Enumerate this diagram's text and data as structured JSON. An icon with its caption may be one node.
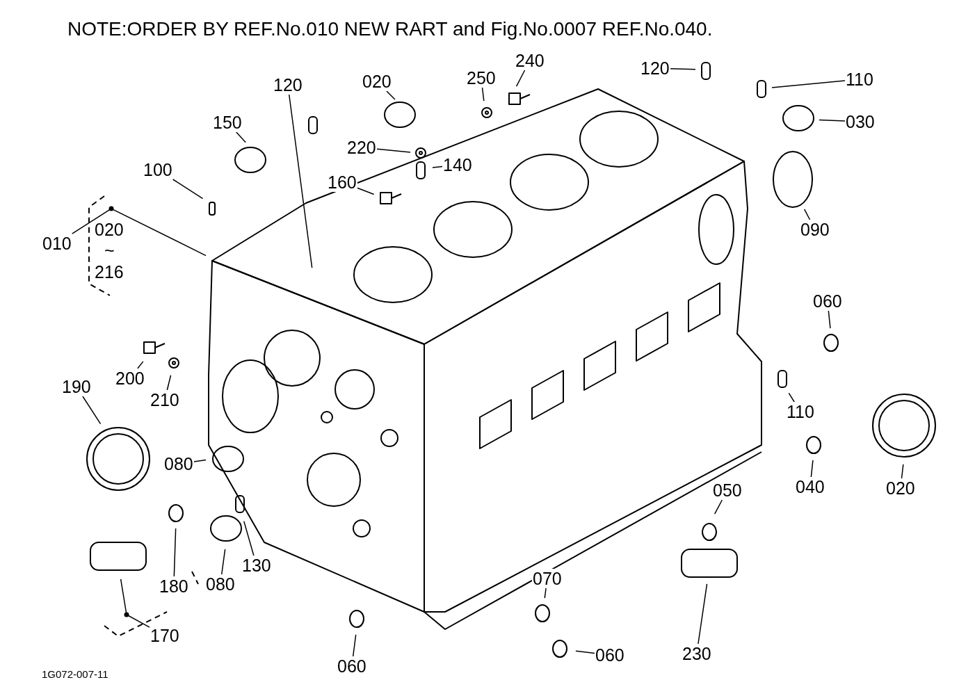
{
  "diagram": {
    "nodes": [
      {
        "text": [
          "120"
        ]
      },
      {
        "text": [
          "150"
        ]
      },
      {
        "text": [
          "100"
        ]
      },
      {
        "text": [
          "020"
        ]
      },
      {
        "text": [
          "250"
        ]
      },
      {
        "text": [
          "240"
        ]
      },
      {
        "text": [
          "220"
        ]
      },
      {
        "text": [
          "140"
        ]
      },
      {
        "text": [
          "160"
        ]
      },
      {
        "text": [
          "120"
        ]
      },
      {
        "text": [
          "110"
        ]
      },
      {
        "text": [
          "030"
        ]
      },
      {
        "text": [
          "090"
        ]
      },
      {
        "text": [
          "010"
        ]
      },
      {
        "text": [
          "060"
        ]
      },
      {
        "text": [
          "110"
        ]
      },
      {
        "text": [
          "020"
        ]
      },
      {
        "text": [
          "200"
        ]
      },
      {
        "text": [
          "210"
        ]
      },
      {
        "text": [
          "190"
        ]
      },
      {
        "text": [
          "080"
        ]
      },
      {
        "text": [
          "040"
        ]
      },
      {
        "text": [
          "050"
        ]
      },
      {
        "text": [
          "180"
        ]
      },
      {
        "text": [
          "080"
        ]
      },
      {
        "text": [
          "130"
        ]
      },
      {
        "text": [
          "170"
        ]
      },
      {
        "text": [
          "070"
        ]
      },
      {
        "text": [
          "060"
        ]
      },
      {
        "text": [
          "060"
        ]
      },
      {
        "text": [
          "230"
        ]
      }
    ],
    "edges": [
      {
        "from": 0,
        "to": null,
        "arrow": "none"
      },
      {
        "from": 1,
        "to": null,
        "arrow": "none"
      },
      {
        "from": 2,
        "to": null,
        "arrow": "none"
      },
      {
        "from": 3,
        "to": null,
        "arrow": "none"
      },
      {
        "from": 4,
        "to": null,
        "arrow": "none"
      },
      {
        "from": 5,
        "to": null,
        "arrow": "none"
      },
      {
        "from": 6,
        "to": null,
        "arrow": "none"
      },
      {
        "from": 7,
        "to": null,
        "arrow": "none"
      },
      {
        "from": 8,
        "to": null,
        "arrow": "none"
      },
      {
        "from": 9,
        "to": null,
        "arrow": "none"
      },
      {
        "from": 10,
        "to": null,
        "arrow": "none"
      },
      {
        "from": 11,
        "to": null,
        "arrow": "none"
      },
      {
        "from": 12,
        "to": null,
        "arrow": "none"
      },
      {
        "from": 13,
        "to": null,
        "arrow": "none"
      },
      {
        "from": 14,
        "to": null,
        "arrow": "none"
      },
      {
        "from": 15,
        "to": null,
        "arrow": "none"
      },
      {
        "from": 16,
        "to": null,
        "arrow": "none"
      },
      {
        "from": 17,
        "to": null,
        "arrow": "none"
      },
      {
        "from": 18,
        "to": null,
        "arrow": "none"
      },
      {
        "from": 19,
        "to": null,
        "arrow": "none"
      },
      {
        "from": 20,
        "to": null,
        "arrow": "none"
      },
      {
        "from": 21,
        "to": null,
        "arrow": "none"
      },
      {
        "from": 22,
        "to": null,
        "arrow": "none"
      },
      {
        "from": 23,
        "to": null,
        "arrow": "none"
      },
      {
        "from": 24,
        "to": null,
        "arrow": "none"
      },
      {
        "from": 25,
        "to": null,
        "arrow": "none"
      },
      {
        "from": 26,
        "to": null,
        "arrow": "none"
      },
      {
        "from": 27,
        "to": null,
        "arrow": "none"
      },
      {
        "from": 28,
        "to": null,
        "arrow": "none"
      },
      {
        "from": 29,
        "to": null,
        "arrow": "none"
      },
      {
        "from": 30,
        "to": null,
        "arrow": "none"
      }
    ],
    "labels": [
      "NOTE:ORDER BY REF.No.010  NEW RART and Fig.No.0007  REF.No.040.",
      "020",
      "~",
      "216",
      "1G072-007-11"
    ]
  }
}
